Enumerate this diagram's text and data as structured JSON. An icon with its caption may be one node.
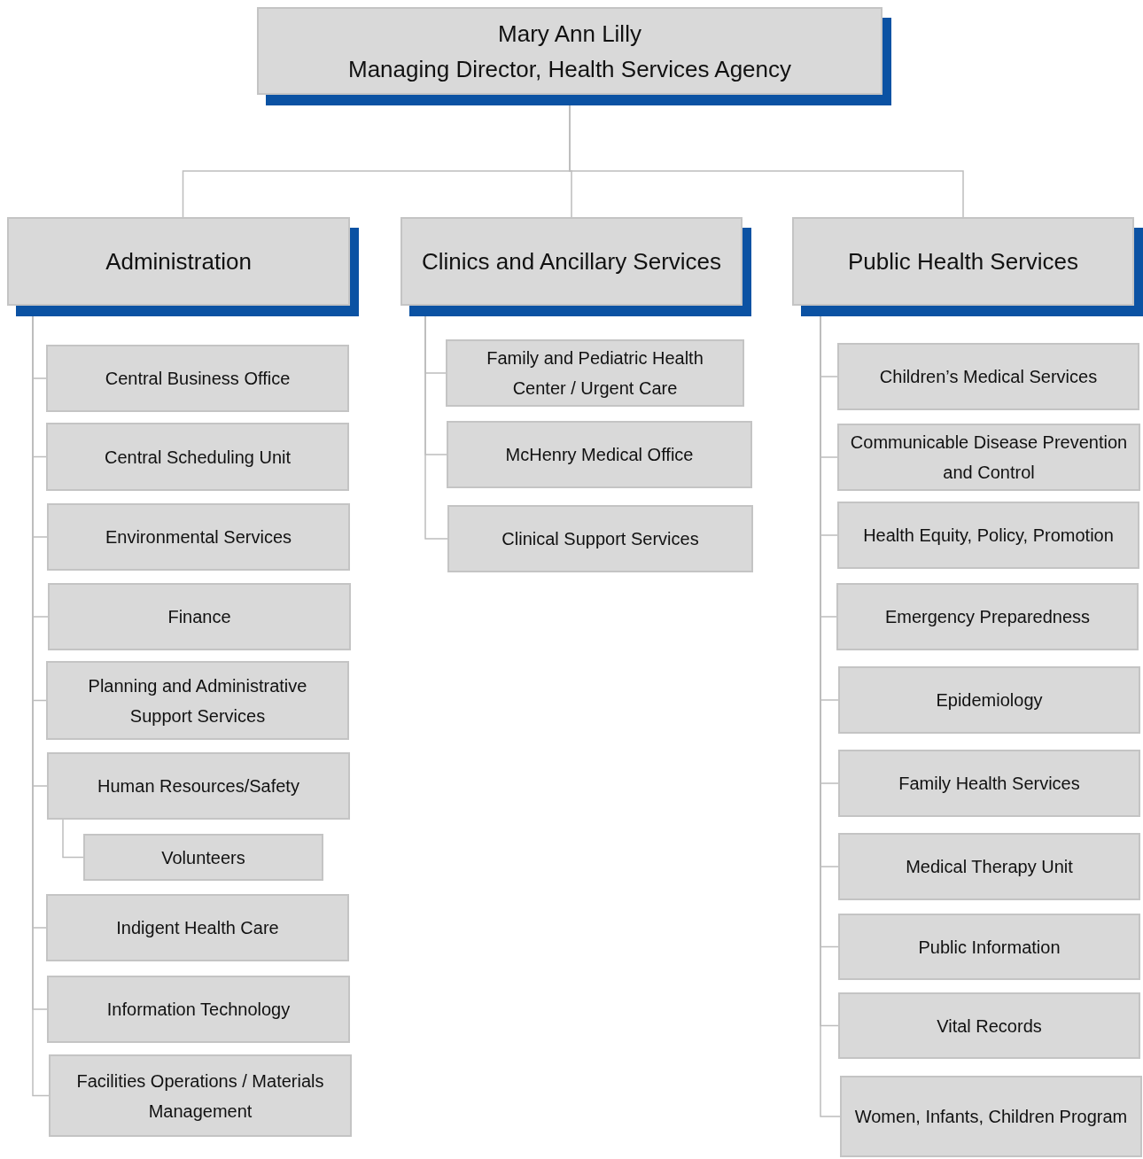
{
  "diagram": {
    "nodes": [
      {
        "text": [
          "Mary Ann Lilly",
          "Managing Director, Health Services Agency"
        ]
      },
      {
        "text": [
          "Administration"
        ]
      },
      {
        "text": [
          "Clinics and Ancillary Services"
        ]
      },
      {
        "text": [
          "Public Health Services"
        ]
      },
      {
        "text": [
          "Central Business Office"
        ]
      },
      {
        "text": [
          "Central Scheduling Unit"
        ]
      },
      {
        "text": [
          "Environmental Services"
        ]
      },
      {
        "text": [
          "Finance"
        ]
      },
      {
        "text": [
          "Planning and Administrative Support Services"
        ]
      },
      {
        "text": [
          "Human Resources/Safety"
        ]
      },
      {
        "text": [
          "Volunteers"
        ]
      },
      {
        "text": [
          "Indigent Health Care"
        ]
      },
      {
        "text": [
          "Information Technology"
        ]
      },
      {
        "text": [
          "Facilities Operations / Materials Management"
        ]
      },
      {
        "text": [
          "Family and Pediatric Health Center / Urgent Care"
        ]
      },
      {
        "text": [
          "McHenry Medical Office"
        ]
      },
      {
        "text": [
          "Clinical Support Services"
        ]
      },
      {
        "text": [
          "Children’s Medical Services"
        ]
      },
      {
        "text": [
          "Communicable Disease Prevention and Control"
        ]
      },
      {
        "text": [
          "Health Equity, Policy, Promotion"
        ]
      },
      {
        "text": [
          "Emergency Preparedness"
        ]
      },
      {
        "text": [
          "Epidemiology"
        ]
      },
      {
        "text": [
          "Family Health Services"
        ]
      },
      {
        "text": [
          "Medical Therapy Unit"
        ]
      },
      {
        "text": [
          "Public Information"
        ]
      },
      {
        "text": [
          "Vital Records"
        ]
      },
      {
        "text": [
          "Women, Infants, Children Program"
        ]
      }
    ],
    "edges": [
      {
        "from": 0,
        "to": 1,
        "arrow": "none"
      },
      {
        "from": 0,
        "to": 2,
        "arrow": "none"
      },
      {
        "from": 0,
        "to": 3,
        "arrow": "none"
      },
      {
        "from": 1,
        "to": 4,
        "arrow": "none"
      },
      {
        "from": 1,
        "to": 5,
        "arrow": "none"
      },
      {
        "from": 1,
        "to": 6,
        "arrow": "none"
      },
      {
        "from": 1,
        "to": 7,
        "arrow": "none"
      },
      {
        "from": 1,
        "to": 8,
        "arrow": "none"
      },
      {
        "from": 1,
        "to": 9,
        "arrow": "none"
      },
      {
        "from": 9,
        "to": 10,
        "arrow": "none"
      },
      {
        "from": 1,
        "to": 11,
        "arrow": "none"
      },
      {
        "from": 1,
        "to": 12,
        "arrow": "none"
      },
      {
        "from": 1,
        "to": 13,
        "arrow": "none"
      },
      {
        "from": 2,
        "to": 14,
        "arrow": "none"
      },
      {
        "from": 2,
        "to": 15,
        "arrow": "none"
      },
      {
        "from": 2,
        "to": 16,
        "arrow": "none"
      },
      {
        "from": 3,
        "to": 17,
        "arrow": "none"
      },
      {
        "from": 3,
        "to": 18,
        "arrow": "none"
      },
      {
        "from": 3,
        "to": 19,
        "arrow": "none"
      },
      {
        "from": 3,
        "to": 20,
        "arrow": "none"
      },
      {
        "from": 3,
        "to": 21,
        "arrow": "none"
      },
      {
        "from": 3,
        "to": 22,
        "arrow": "none"
      },
      {
        "from": 3,
        "to": 23,
        "arrow": "none"
      },
      {
        "from": 3,
        "to": 24,
        "arrow": "none"
      },
      {
        "from": 3,
        "to": 25,
        "arrow": "none"
      },
      {
        "from": 3,
        "to": 26,
        "arrow": "none"
      }
    ]
  }
}
